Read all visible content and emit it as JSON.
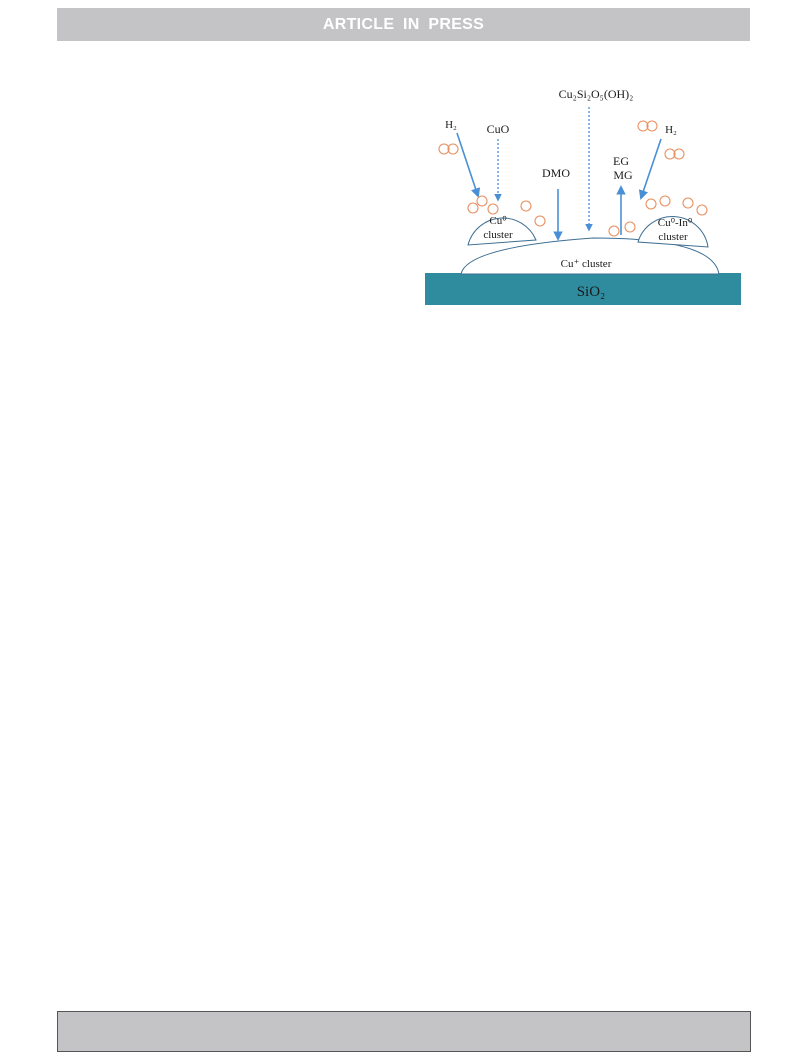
{
  "header": {
    "banner_text": "ARTICLE IN PRESS",
    "banner_color": "#c4c4c6"
  },
  "figure": {
    "labels": {
      "precursor": "Cu₂Si₂O₅(OH)₂",
      "h2_left": "H₂",
      "h2_right": "H₂",
      "cuo": "CuO",
      "dmo": "DMO",
      "eg": "EG",
      "mg": "MG",
      "cu0_line1": "Cu⁰",
      "cu0_line2": "cluster",
      "cuin_line1": "Cu⁰-In⁰",
      "cuin_line2": "cluster",
      "cuplus": "Cu⁺ cluster",
      "support": "SiO₂"
    },
    "colors": {
      "arrow": "#4a8fd6",
      "support": "#2f8c9f",
      "cluster_outline": "#3e6e92",
      "atom": "#e89060"
    }
  },
  "footer": {
    "box_color": "#c4c4c6"
  }
}
